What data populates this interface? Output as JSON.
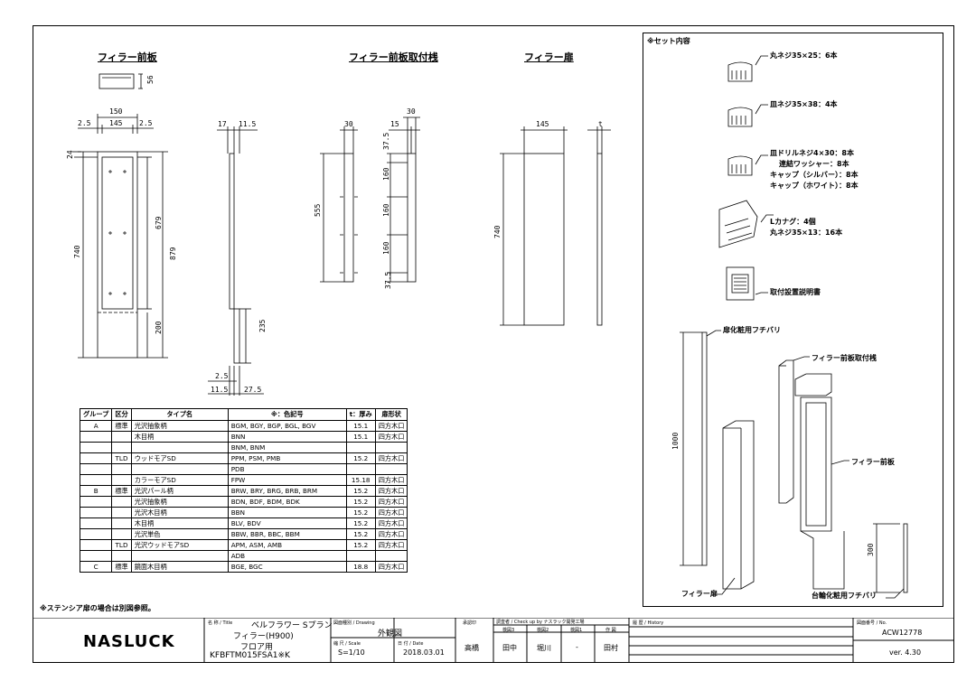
{
  "views": {
    "front_plate_title": "フィラー前板",
    "mount_bar_title": "フィラー前板取付桟",
    "door_title": "フィラー扉"
  },
  "dims": {
    "fp_56": "56",
    "fp_150": "150",
    "fp_25a": "2.5",
    "fp_145": "145",
    "fp_25b": "2.5",
    "fp_24": "24",
    "fp_740": "740",
    "fp_679": "679",
    "fp_879": "879",
    "fp_200": "200",
    "sv_17": "17",
    "sv_115": "11.5",
    "sv_235": "235",
    "sv_25": "2.5",
    "sv_115b": "11.5",
    "sv_275": "27.5",
    "mb_30a": "30",
    "mb_15": "15",
    "mb_30b": "30",
    "mb_375a": "37.5",
    "mb_160a": "160",
    "mb_160b": "160",
    "mb_160c": "160",
    "mb_375b": "37.5",
    "mb_555": "555",
    "dr_145": "145",
    "dr_t": "t",
    "dr_740": "740"
  },
  "spec_table": {
    "headers": [
      "グループ",
      "区分",
      "タイプ名",
      "※：色記号",
      "t：厚み",
      "扉形状"
    ],
    "rows": [
      [
        "A",
        "標準",
        "光沢抽象柄",
        "BGM, BGY, BGP, BGL, BGV",
        "15.1",
        "四方木口"
      ],
      [
        "",
        "",
        "木目柄",
        "BNN",
        "15.1",
        "四方木口"
      ],
      [
        "",
        "",
        "",
        "BNM, BNM",
        "",
        ""
      ],
      [
        "",
        "TLD",
        "ウッドモアSD",
        "PPM, PSM, PMB",
        "15.2",
        "四方木口"
      ],
      [
        "",
        "",
        "",
        "PDB",
        "",
        ""
      ],
      [
        "",
        "",
        "カラーモアSD",
        "FPW",
        "15.18",
        "四方木口"
      ],
      [
        "B",
        "標準",
        "光沢パール柄",
        "BRW, BRY, BRG, BRB, BRM",
        "15.2",
        "四方木口"
      ],
      [
        "",
        "",
        "光沢抽象柄",
        "BDN, BDF, BDM, BDK",
        "15.2",
        "四方木口"
      ],
      [
        "",
        "",
        "光沢木目柄",
        "BBN",
        "15.2",
        "四方木口"
      ],
      [
        "",
        "",
        "木目柄",
        "BLV, BDV",
        "15.2",
        "四方木口"
      ],
      [
        "",
        "",
        "光沢単色",
        "BBW, BBR, BBC, BBM",
        "15.2",
        "四方木口"
      ],
      [
        "",
        "TLD",
        "光沢ウッドモアSD",
        "APM, ASM, AMB",
        "15.2",
        "四方木口"
      ],
      [
        "",
        "",
        "",
        "ADB",
        "",
        ""
      ],
      [
        "C",
        "標準",
        "鏡面木目柄",
        "BGE, BGC",
        "18.8",
        "四方木口"
      ]
    ],
    "note": "※ステンシア扉の場合は別図参照。"
  },
  "set_contents": {
    "heading": "※セット内容",
    "item1": "丸ネジ35×25：6本",
    "item2": "皿ネジ35×38：4本",
    "item3_l1": "皿ドリルネジ4×30：8本",
    "item3_l2": "連結ワッシャー：8本",
    "item3_l3": "キャップ（シルバー）：8本",
    "item3_l4": "キャップ（ホワイト）：8本",
    "item4_l1": "Lカナグ：4個",
    "item4_l2": "丸ネジ35×13：16本",
    "item5": "取付設置説明書",
    "asm_label1": "扉化粧用フチバリ",
    "asm_label2": "フィラー前板取付桟",
    "asm_label3": "フィラー前板",
    "asm_label4": "フィラー扉",
    "asm_label5": "台輪化粧用フチバリ",
    "asm_dim1000": "1000",
    "asm_dim300": "300"
  },
  "title_block": {
    "logo": "NASLUCK",
    "title_caption": "名 称 / Title",
    "title_l1": "ベルフラワー Sプラン",
    "title_l2": "フィラー(H900)",
    "title_l3": "フロア用",
    "title_l4": "KFBFTM015FSA1※K",
    "drawing_caption": "図面種別 / Drawing",
    "drawing_value": "外観図",
    "scale_caption": "縮 尺 / Scale",
    "scale_value": "S=1/10",
    "date_caption": "日 付 / Date",
    "date_value": "2018.03.01",
    "approve_caption": "承認印",
    "approve_value": "高橋",
    "check_caption": "調査者 / Check up by  ナスラック開発工場",
    "check_sub": [
      "検図3",
      "検図2",
      "検図1",
      "作 図"
    ],
    "check_names": [
      "田中",
      "堀川",
      "-",
      "田村"
    ],
    "history_caption": "履 歴 / History",
    "no_caption": "図面番号 / No.",
    "no_value": "ACW12778",
    "version": "ver. 4.30"
  }
}
